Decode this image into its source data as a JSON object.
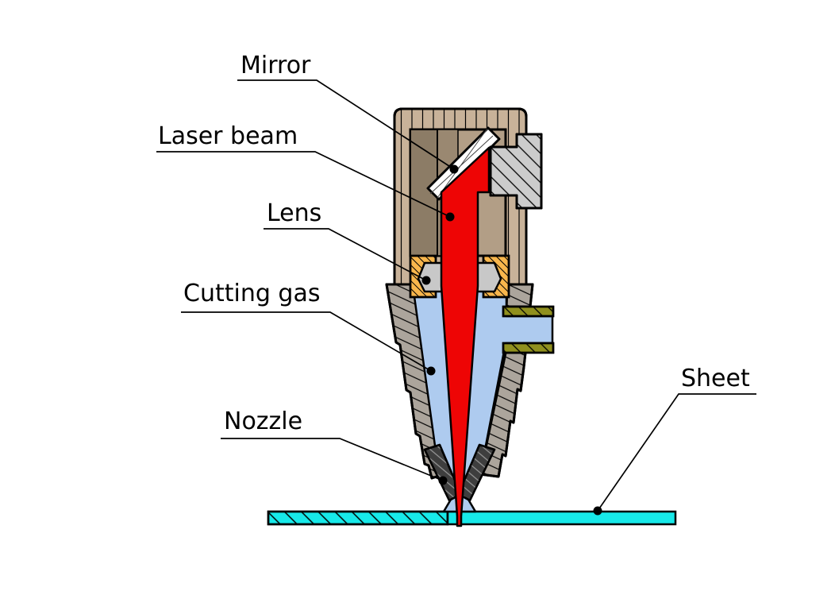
{
  "diagram": {
    "type": "technical cross-section",
    "subject": "Laser cutting head",
    "labels": {
      "mirror": "Mirror",
      "laser_beam": "Laser beam",
      "lens": "Lens",
      "cutting_gas": "Cutting gas",
      "nozzle": "Nozzle",
      "sheet": "Sheet"
    },
    "colors": {
      "background": "#ffffff",
      "outline": "#000000",
      "housing_tan": "#c8b299",
      "cavity_brown": "#b29e86",
      "cavity_mid_brown": "#9a8871",
      "cavity_dark_brown": "#8c7c66",
      "mirror_white": "#ffffff",
      "laser_red": "#ee0505",
      "window_block_gray": "#cccccc",
      "lens_gray": "#c8c8c8",
      "mount_orange": "#f8b64c",
      "wall_gray": "#aca59c",
      "fitting_olive": "#90901e",
      "nozzle_dark": "#3e3e3e",
      "gas_blue": "#aecbef",
      "sheet_cyan": "#17e9e9"
    }
  }
}
